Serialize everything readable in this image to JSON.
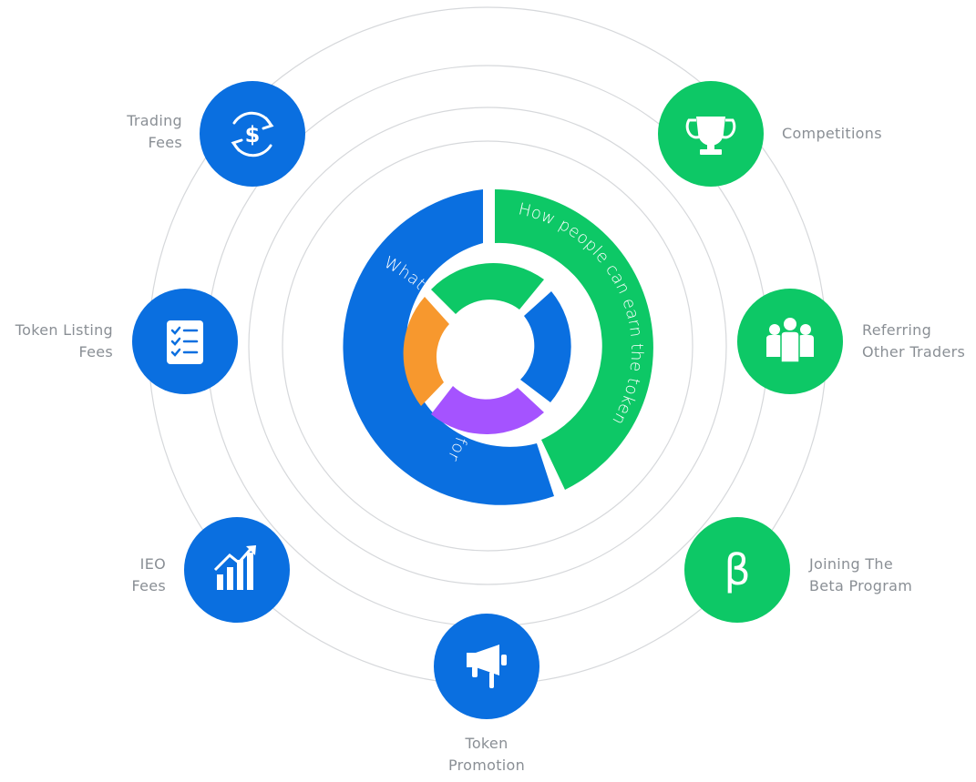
{
  "diagram": {
    "inner_ring_left_text": "What the token is used for",
    "inner_ring_right_text": "How people can earn the token",
    "colors": {
      "blue": "#0a6fe0",
      "green": "#0dc866",
      "orange": "#f7982e",
      "purple": "#a553ff",
      "orbit": "#d6d8db",
      "label": "#8a8f95"
    },
    "uses": [
      {
        "id": "trading-fees",
        "lines": [
          "Trading",
          "Fees"
        ],
        "icon": "dollar-cycle-icon"
      },
      {
        "id": "token-listing-fees",
        "lines": [
          "Token Listing",
          "Fees"
        ],
        "icon": "checklist-icon"
      },
      {
        "id": "ieo-fees",
        "lines": [
          "IEO",
          "Fees"
        ],
        "icon": "growth-chart-icon"
      },
      {
        "id": "token-promotion",
        "lines": [
          "Token",
          "Promotion"
        ],
        "icon": "megaphone-icon"
      }
    ],
    "earn": [
      {
        "id": "competitions",
        "lines": [
          "Competitions"
        ],
        "icon": "trophy-icon"
      },
      {
        "id": "referring-other-traders",
        "lines": [
          "Referring",
          "Other Traders"
        ],
        "icon": "people-group-icon"
      },
      {
        "id": "joining-beta-program",
        "lines": [
          "Joining The",
          "Beta Program"
        ],
        "icon": "beta-icon",
        "glyph": "β"
      }
    ]
  }
}
